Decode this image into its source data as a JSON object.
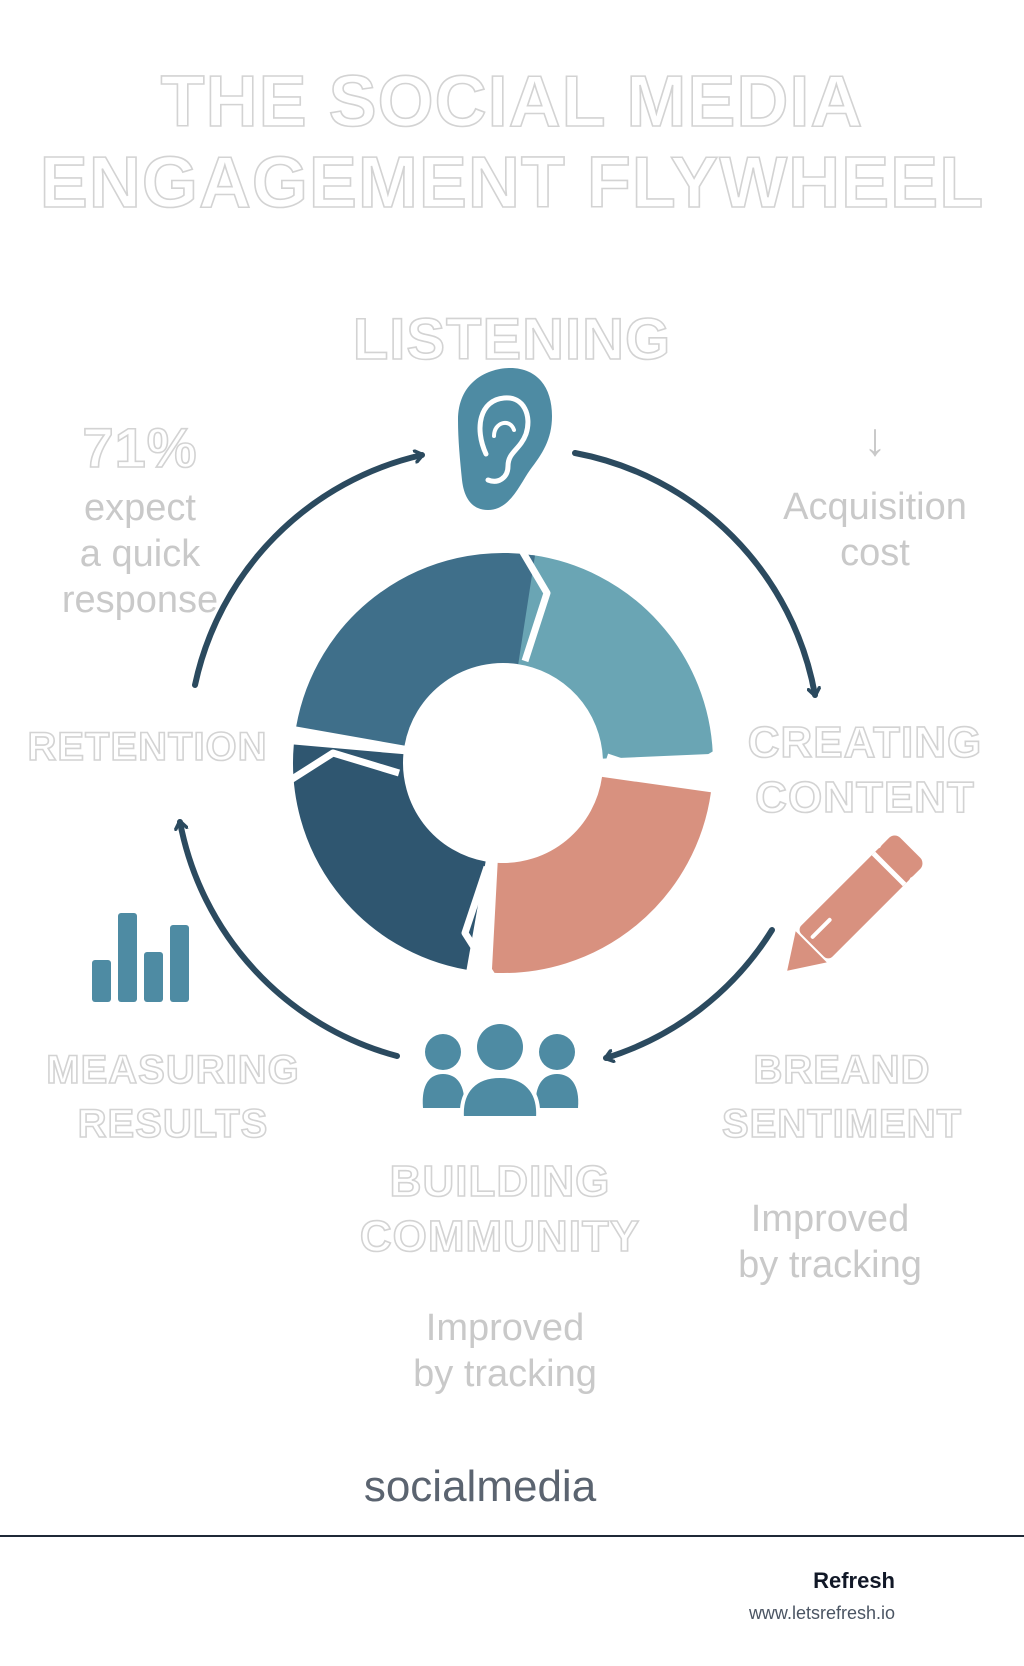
{
  "title": {
    "line1": "THE SOCIAL MEDIA",
    "line2": "ENGAGEMENT FLYWHEEL"
  },
  "stages": {
    "listening": "LISTENING",
    "creating_line1": "CREATING",
    "creating_line2": "CONTENT",
    "building_line1": "BUILDING",
    "building_line2": "COMMUNITY",
    "measuring_line1": "MEASURING",
    "measuring_line2": "RESULTS",
    "retention": "RETENTION",
    "brand_line1": "BREAND",
    "brand_line2": "SENTIMENT"
  },
  "notes": {
    "stat_value": "71%",
    "stat_line1": "expect",
    "stat_line2": "a quick",
    "stat_line3": "response",
    "acq_arrow": "↓",
    "acq_line1": "Acquisition",
    "acq_line2": "cost",
    "brand_note_line1": "Improved",
    "brand_note_line2": "by tracking",
    "community_note_line1": "Improved",
    "community_note_line2": "by tracking"
  },
  "icons": [
    "ear-icon",
    "pencil-icon",
    "people-icon",
    "bar-chart-icon"
  ],
  "brand_word": "socialmedia",
  "footer": {
    "name": "Refresh",
    "url": "www.letsrefresh.io"
  },
  "colors": {
    "navy": "#2f5670",
    "teal_dark": "#3f6f8a",
    "teal_light": "#6aa5b4",
    "coral": "#d8917f",
    "icon_teal": "#4e8ba3",
    "arrow": "#2b4a5f",
    "outline_text": "#d3d3d3"
  }
}
